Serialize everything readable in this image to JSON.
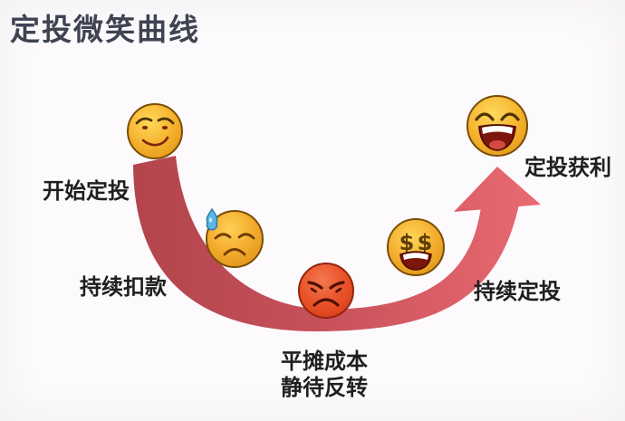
{
  "title": "定投微笑曲线",
  "stages": [
    {
      "id": "start",
      "label": "开始定投",
      "emoji": "smug-face"
    },
    {
      "id": "deduct",
      "label": "持续扣款",
      "emoji": "worried-sweat-face"
    },
    {
      "id": "bottom",
      "label_line1": "平摊成本",
      "label_line2": "静待反转",
      "emoji": "angry-face"
    },
    {
      "id": "continue",
      "label": "持续定投",
      "emoji": "money-eyes-face"
    },
    {
      "id": "profit",
      "label": "定投获利",
      "emoji": "laughing-face"
    }
  ],
  "colors": {
    "background": "#fcfafc",
    "title": "#3f4352",
    "label": "#1f1f1f",
    "curve_dark": "#b2444b",
    "curve_mid": "#c6505a",
    "curve_light": "#ea6a71",
    "emoji_yellow": "#f6b32f",
    "emoji_red": "#e2461f",
    "sweat_blue": "#5cb8e6"
  }
}
